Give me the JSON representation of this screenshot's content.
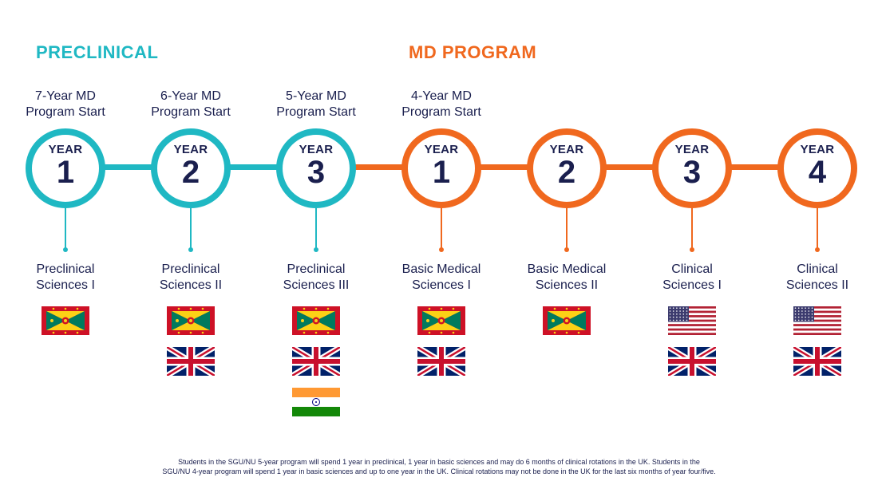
{
  "sections": {
    "preclinical": "PRECLINICAL",
    "md_program": "MD PROGRAM"
  },
  "colors": {
    "preclinical": "#1fb8c3",
    "md": "#f0681e",
    "text": "#1a1f4e"
  },
  "columns": [
    {
      "phase": "preclinical",
      "start_line1": "7-Year MD",
      "start_line2": "Program Start",
      "year_label": "YEAR",
      "year_number": "1",
      "course_line1": "Preclinical",
      "course_line2": "Sciences I",
      "flags": [
        "grenada-flag-icon"
      ]
    },
    {
      "phase": "preclinical",
      "start_line1": "6-Year MD",
      "start_line2": "Program Start",
      "year_label": "YEAR",
      "year_number": "2",
      "course_line1": "Preclinical",
      "course_line2": "Sciences II",
      "flags": [
        "grenada-flag-icon",
        "uk-flag-icon"
      ]
    },
    {
      "phase": "preclinical",
      "start_line1": "5-Year MD",
      "start_line2": "Program Start",
      "year_label": "YEAR",
      "year_number": "3",
      "course_line1": "Preclinical",
      "course_line2": "Sciences III",
      "flags": [
        "grenada-flag-icon",
        "uk-flag-icon",
        "india-flag-icon"
      ]
    },
    {
      "phase": "md",
      "start_line1": "4-Year MD",
      "start_line2": "Program Start",
      "year_label": "YEAR",
      "year_number": "1",
      "course_line1": "Basic Medical",
      "course_line2": "Sciences I",
      "flags": [
        "grenada-flag-icon",
        "uk-flag-icon"
      ]
    },
    {
      "phase": "md",
      "start_line1": "",
      "start_line2": "",
      "year_label": "YEAR",
      "year_number": "2",
      "course_line1": "Basic Medical",
      "course_line2": "Sciences II",
      "flags": [
        "grenada-flag-icon"
      ]
    },
    {
      "phase": "md",
      "start_line1": "",
      "start_line2": "",
      "year_label": "YEAR",
      "year_number": "3",
      "course_line1": "Clinical",
      "course_line2": "Sciences I",
      "flags": [
        "usa-flag-icon",
        "uk-flag-icon"
      ]
    },
    {
      "phase": "md",
      "start_line1": "",
      "start_line2": "",
      "year_label": "YEAR",
      "year_number": "4",
      "course_line1": "Clinical",
      "course_line2": "Sciences II",
      "flags": [
        "usa-flag-icon",
        "uk-flag-icon"
      ]
    }
  ],
  "footnote": {
    "line1": "Students in the SGU/NU 5-year program will spend 1 year in preclinical, 1 year in basic sciences and may do 6 months of clinical rotations in the UK. Students in the",
    "line2": "SGU/NU 4-year program will spend 1 year in basic sciences and up to one year in the UK. Clinical rotations may not be done in the UK for the last six months of year four/five."
  }
}
